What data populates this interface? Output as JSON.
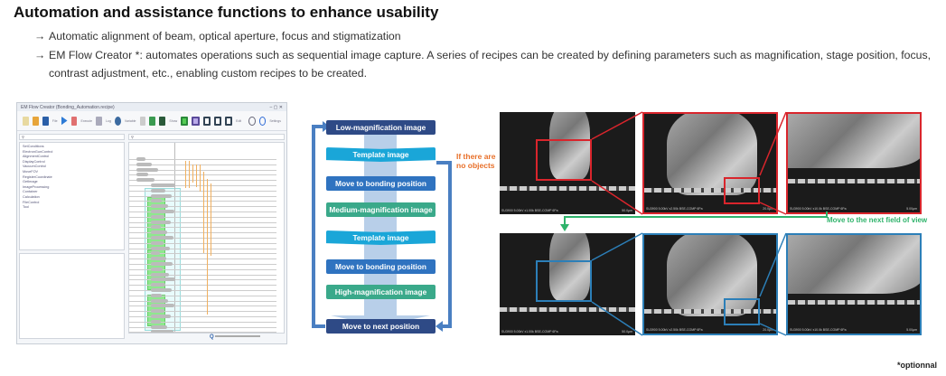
{
  "heading": "Automation and assistance functions to enhance usability",
  "arrow": "→",
  "bullets": [
    "Automatic alignment of beam, optical aperture, focus and stigmatization",
    "EM Flow Creator *: automates operations such as sequential image capture. A series of recipes can be created by defining parameters such as magnification, stage position, focus, contrast",
    "adjustment, etc., enabling custom recipes to be created."
  ],
  "app": {
    "title": "EM Flow Creator (Bonding_Automation.recipe)",
    "window_controls": "–  ▢  ✕",
    "toolbar_groups": [
      "File",
      "Execute",
      "Log",
      "Variable",
      "Show",
      "Edit",
      "Settings"
    ],
    "search_icon": "⚲",
    "tree": [
      "SetConditions",
      "ElectronGunControl",
      "AlignmentControl",
      "DisplayControl",
      "VacuumControl",
      "MoveFOV",
      "RegisterCoordinate",
      "GetImage",
      "ImageProcessing",
      "Container",
      "Calculation",
      "FileControl",
      "Tool"
    ],
    "zoom_label": "Q"
  },
  "flow": {
    "steps": [
      {
        "label": "Low-magnification image",
        "style": "navy"
      },
      {
        "label": "Template image",
        "style": "cyan"
      },
      {
        "label": "Move to bonding position",
        "style": "blue"
      },
      {
        "label": "Medium-magnification image",
        "style": "green"
      },
      {
        "label": "Template image",
        "style": "cyan"
      },
      {
        "label": "Move to bonding position",
        "style": "blue"
      },
      {
        "label": "High-magnification image",
        "style": "green"
      },
      {
        "label": "Move to next position",
        "style": "navy"
      }
    ],
    "no_objects": "If there are no objects",
    "colors": {
      "navy": "#2e4a86",
      "cyan": "#1aa6d8",
      "blue": "#2f73c0",
      "green": "#3aa98a",
      "orange": "#e8702a"
    }
  },
  "sem": {
    "row1": [
      {
        "caption": "SU3900 5.00kV x1.00k BSE-COMP 6Pa",
        "scale": "50.0µm"
      },
      {
        "caption": "SU3900 5.00kV x2.50k BSE-COMP 6Pa",
        "scale": "20.0µm"
      },
      {
        "caption": "SU3900 5.00kV x10.0k BSE-COMP 6Pa",
        "scale": "5.00µm"
      }
    ],
    "row2": [
      {
        "caption": "SU3900 5.00kV x1.00k BSE-COMP 6Pa",
        "scale": "50.0µm"
      },
      {
        "caption": "SU3900 5.00kV x2.50k BSE-COMP 6Pa",
        "scale": "20.0µm"
      },
      {
        "caption": "SU3900 5.00kV x10.0k BSE-COMP 6Pa",
        "scale": "5.00µm"
      }
    ],
    "move_next": "Move to the next field of view",
    "colors": {
      "row1": "#d9252c",
      "row2": "#2c7fb8",
      "move": "#2fb36b"
    }
  },
  "footnote": "*optionnal"
}
